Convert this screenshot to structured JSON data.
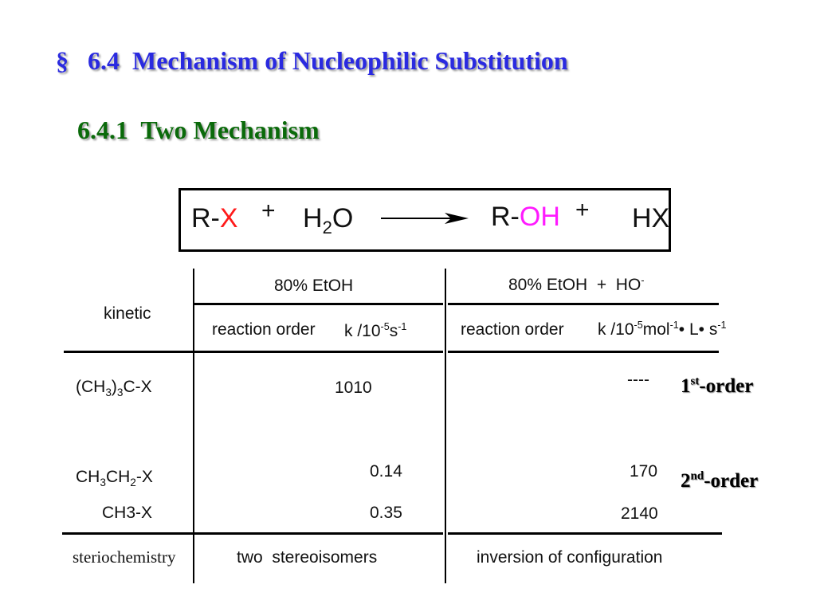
{
  "title": {
    "section_symbol": "§",
    "text": "6.4  Mechanism of Nucleophilic Substitution"
  },
  "subtitle": "6.4.1  Two Mechanism",
  "equation": {
    "reactant_r": "R-",
    "reactant_x": "X",
    "plus1": "+",
    "water_h": "H",
    "water_sub": "2",
    "water_o": "O",
    "product_r": "R-",
    "product_oh": "OH",
    "plus2": "+",
    "hx": "HX"
  },
  "table": {
    "header_left": "kinetic",
    "col1_title": "80% EtOH",
    "col2_title": "80% EtOH  +  HO",
    "col2_title_sup": "-",
    "col1_order": "reaction order",
    "col1_k_base": "k /10",
    "col1_k_exp": "-5",
    "col1_k_unit": "s",
    "col1_k_unit_exp": "-1",
    "col2_order": "reaction order",
    "col2_k_base": "k /10",
    "col2_k_exp": "-5",
    "col2_k_mol": "mol",
    "col2_k_mol_exp": "-1",
    "col2_k_dot1": "•",
    "col2_k_l": " L",
    "col2_k_dot2": "•",
    "col2_k_s": " s",
    "col2_k_s_exp": "-1",
    "rows": [
      {
        "sub_a": "(CH",
        "sub_b": "3",
        "sub_c": ")",
        "sub_d": "3",
        "sub_e": "C-X",
        "v1": "1010",
        "v2": "----"
      },
      {
        "sub_a": "CH",
        "sub_b": "3",
        "sub_c": "CH",
        "sub_d": "2",
        "sub_e": "-X",
        "v1": "0.14",
        "v2": "170"
      },
      {
        "sub_a": "CH3-X",
        "v1": "0.35",
        "v2": "2140"
      }
    ],
    "stereo_label": "steriochemistry",
    "stereo_col1": "two  stereoisomers",
    "stereo_col2": "inversion of configuration"
  },
  "notes": {
    "first_num": "1",
    "first_sup": "st",
    "first_text": "-order",
    "second_num": "2",
    "second_sup": "nd",
    "second_text": "-order"
  }
}
